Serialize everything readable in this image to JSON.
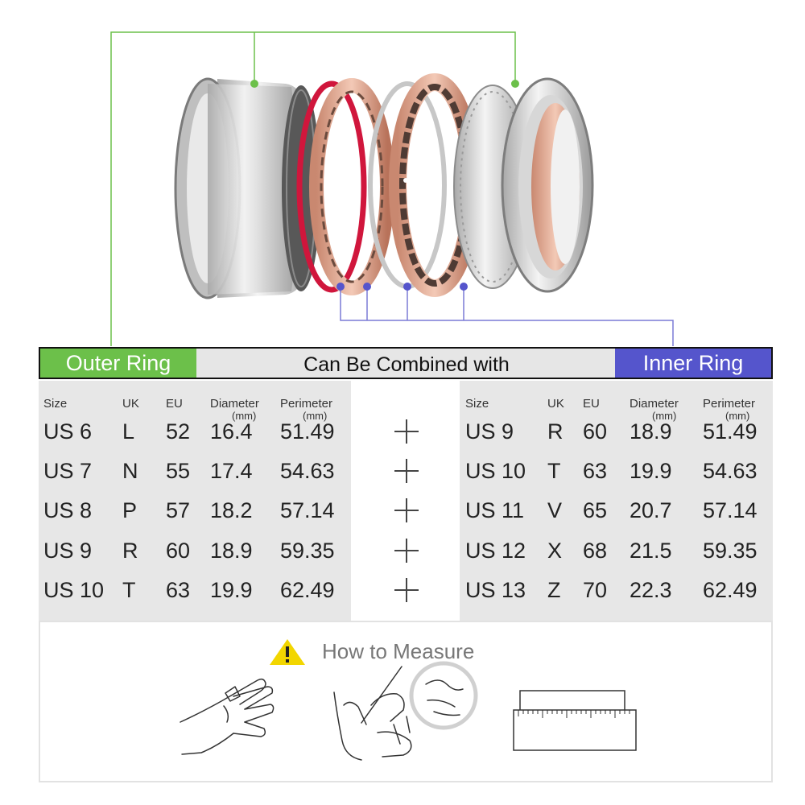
{
  "header": {
    "outer_label": "Outer Ring",
    "middle_label": "Can Be Combined with",
    "inner_label": "Inner Ring"
  },
  "colors": {
    "outer_accent": "#6cc04a",
    "inner_accent": "#5555cc",
    "red_ring": "#d0163c",
    "rose_gold": "#e3a993",
    "silver": "#c9c9c9"
  },
  "columns": {
    "size": "Size",
    "uk": "UK",
    "eu": "EU",
    "diameter": "Diameter",
    "perimeter": "Perimeter",
    "unit": "(mm)"
  },
  "outer_rows": [
    {
      "size": "US 6",
      "uk": "L",
      "eu": "52",
      "diameter": "16.4",
      "perimeter": "51.49"
    },
    {
      "size": "US 7",
      "uk": "N",
      "eu": "55",
      "diameter": "17.4",
      "perimeter": "54.63"
    },
    {
      "size": "US 8",
      "uk": "P",
      "eu": "57",
      "diameter": "18.2",
      "perimeter": "57.14"
    },
    {
      "size": "US 9",
      "uk": "R",
      "eu": "60",
      "diameter": "18.9",
      "perimeter": "59.35"
    },
    {
      "size": "US 10",
      "uk": "T",
      "eu": "63",
      "diameter": "19.9",
      "perimeter": "62.49"
    }
  ],
  "inner_rows": [
    {
      "size": "US 9",
      "uk": "R",
      "eu": "60",
      "diameter": "18.9",
      "perimeter": "51.49"
    },
    {
      "size": "US 10",
      "uk": "T",
      "eu": "63",
      "diameter": "19.9",
      "perimeter": "54.63"
    },
    {
      "size": "US 11",
      "uk": "V",
      "eu": "65",
      "diameter": "20.7",
      "perimeter": "57.14"
    },
    {
      "size": "US 12",
      "uk": "X",
      "eu": "68",
      "diameter": "21.5",
      "perimeter": "59.35"
    },
    {
      "size": "US 13",
      "uk": "Z",
      "eu": "70",
      "diameter": "22.3",
      "perimeter": "62.49"
    }
  ],
  "measure": {
    "title": "How to Measure",
    "icons": [
      "warning-icon",
      "hand-icon",
      "hand-measuring-icon",
      "ruler-icon"
    ]
  }
}
